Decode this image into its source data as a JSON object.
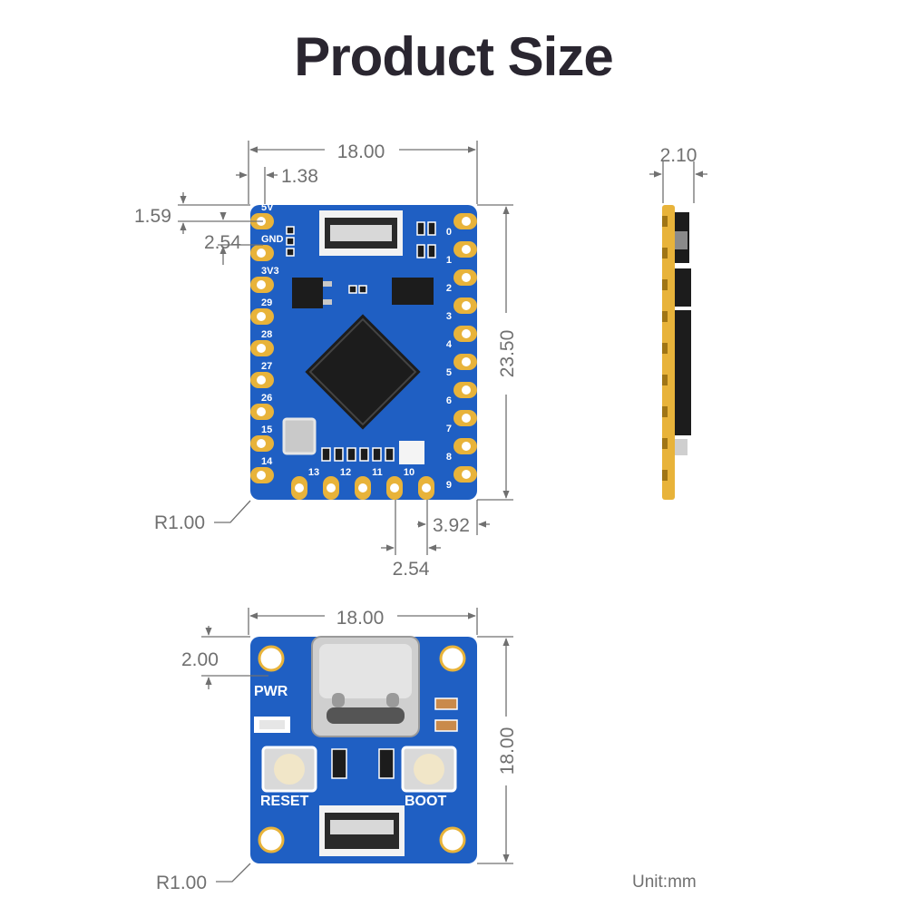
{
  "title": "Product Size",
  "unit": "Unit:mm",
  "front_view": {
    "width": "18.00",
    "edge_offset": "1.38",
    "top_offset": "1.59",
    "pin_pitch_left": "2.54",
    "height": "23.50",
    "bottom_offset": "3.92",
    "pin_pitch_bottom": "2.54",
    "corner_radius": "R1.00",
    "pin_labels_left": [
      "5V",
      "GND",
      "3V3",
      "29",
      "28",
      "27",
      "26",
      "15",
      "14"
    ],
    "pin_labels_right": [
      "0",
      "1",
      "2",
      "3",
      "4",
      "5",
      "6",
      "7",
      "8",
      "9"
    ],
    "pin_labels_bottom": [
      "13",
      "12",
      "11",
      "10"
    ]
  },
  "side_view": {
    "thickness": "2.10"
  },
  "adapter_view": {
    "width": "18.00",
    "height": "18.00",
    "top_offset": "2.00",
    "corner_radius": "R1.00",
    "pwr_label": "PWR",
    "reset_label": "RESET",
    "boot_label": "BOOT"
  },
  "colors": {
    "pcb": "#1f5fc3",
    "pad": "#e8b33a",
    "chip": "#1c1c1c",
    "dimension_line": "#707070"
  }
}
